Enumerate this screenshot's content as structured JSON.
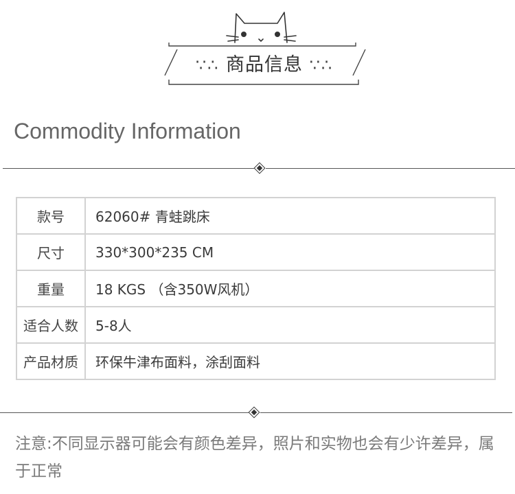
{
  "header": {
    "title_cn": "商品信息",
    "dots_left": "∵∴",
    "dots_right": "∵∴",
    "title_en": "Commodity Information"
  },
  "specs": [
    {
      "label": "款号",
      "value": "62060# 青蛙跳床"
    },
    {
      "label": "尺寸",
      "value": "330*300*235 CM"
    },
    {
      "label": "重量",
      "value": "18 KGS （含350W风机）"
    },
    {
      "label": "适合人数",
      "value": "5-8人"
    },
    {
      "label": "产品材质",
      "value": "环保牛津布面料，涂刮面料"
    }
  ],
  "note": "注意:不同显示器可能会有颜色差异，照片和实物也会有少许差异，属于正常"
}
